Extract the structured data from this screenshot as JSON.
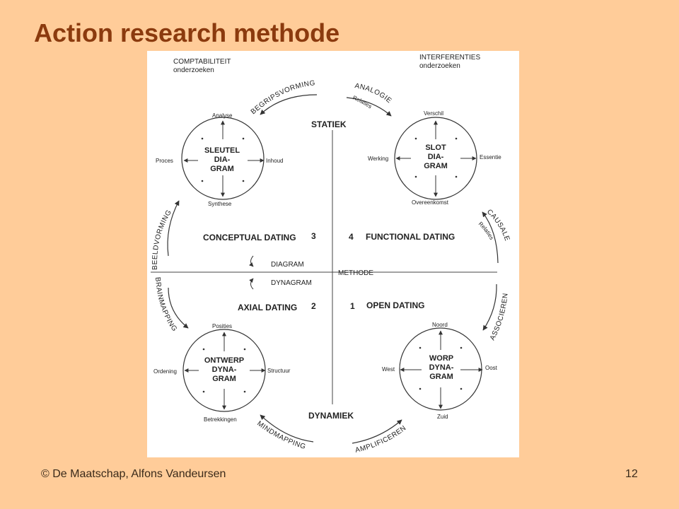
{
  "title": "Action research methode",
  "footer": {
    "copyright": "© De Maatschap, Alfons Vandeursen",
    "page_number": "12"
  },
  "diagram": {
    "corner_top_left": [
      "COMPTABILITEIT",
      "onderzoeken"
    ],
    "corner_top_right": [
      "INTERFERENTIES",
      "onderzoeken"
    ],
    "statiek": "STATIEK",
    "dynamiek": "DYNAMIEK",
    "methode": "METHODE",
    "diagram_label": "DIAGRAM",
    "dynagram_label": "DYNAGRAM",
    "circles": {
      "sleutel": {
        "core": [
          "SLEUTEL",
          "DIA-",
          "GRAM"
        ],
        "top": "Analyse",
        "bottom": "Synthese",
        "left": "Proces",
        "right": "Inhoud"
      },
      "slot": {
        "core": [
          "SLOT",
          "DIA-",
          "GRAM"
        ],
        "top": "Verschil",
        "bottom": "Overeenkomst",
        "left": "Werking",
        "right": "Essentie"
      },
      "ontwerp": {
        "core": [
          "ONTWERP",
          "DYNA-",
          "GRAM"
        ],
        "top": "Posities",
        "bottom": "Betrekkingen",
        "left": "Ordening",
        "right": "Structuur"
      },
      "worp": {
        "core": [
          "WORP",
          "DYNA-",
          "GRAM"
        ],
        "top": "Noord",
        "bottom": "Zuid",
        "left": "West",
        "right": "Oost"
      }
    },
    "quadrants": {
      "q3": {
        "label": "CONCEPTUAL DATING",
        "number": "3"
      },
      "q4": {
        "label": "FUNCTIONAL DATING",
        "number": "4"
      },
      "q2": {
        "label": "AXIAL DATING",
        "number": "2"
      },
      "q1": {
        "label": "OPEN DATING",
        "number": "1"
      }
    },
    "arcs": {
      "begripsvorming": "BEGRIPSVORMING",
      "analogie": "ANALOGIE",
      "relaties_top": "Relaties",
      "beeldvorming": "BEELDVORMING",
      "brainmapping": "BRAINMAPPING",
      "causale": "CAUSALE",
      "relaties_right": "Relaties",
      "associeren": "ASSOCIEREN",
      "mindmapping": "MINDMAPPING",
      "amplificeren": "AMPLIFICEREN"
    }
  }
}
